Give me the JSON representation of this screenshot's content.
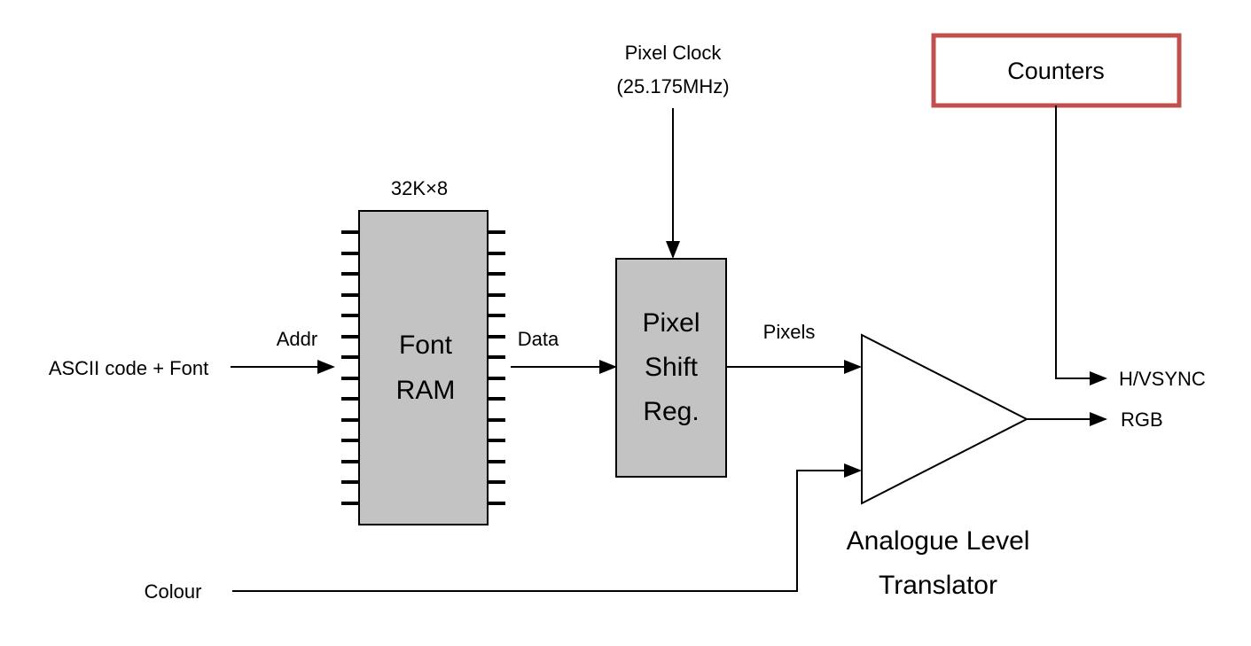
{
  "colors": {
    "block_fill": "#c3c3c3",
    "counters_border": "#c0504d",
    "line": "#000000"
  },
  "labels": {
    "pixel_clock_line1": "Pixel Clock",
    "pixel_clock_line2": "(25.175MHz)",
    "counters": "Counters",
    "ram_size": "32K×8",
    "font_ram_line1": "Font",
    "font_ram_line2": "RAM",
    "shift_reg_line1": "Pixel",
    "shift_reg_line2": "Shift",
    "shift_reg_line3": "Reg.",
    "addr": "Addr",
    "ascii_input": "ASCII code + Font",
    "data": "Data",
    "pixels": "Pixels",
    "hvsync": "H/VSYNC",
    "rgb": "RGB",
    "colour": "Colour",
    "translator_line1": "Analogue Level",
    "translator_line2": "Translator"
  }
}
